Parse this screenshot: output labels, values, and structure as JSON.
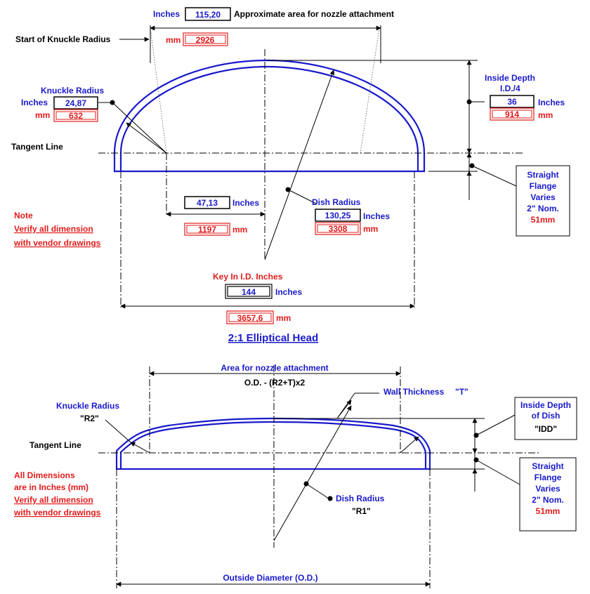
{
  "top": {
    "nozzle_unit_label": "Inches",
    "nozzle_inches": "115,20",
    "nozzle_caption": "Approximate area for nozzle attachment",
    "start_knuckle": "Start of Knuckle Radius",
    "nozzle_mm_label": "mm",
    "nozzle_mm": "2926",
    "knuckle_title": "Knuckle Radius",
    "knuckle_unit_in": "Inches",
    "knuckle_inches": "24,87",
    "knuckle_unit_mm": "mm",
    "knuckle_mm": "632",
    "depth_title": "Inside Depth",
    "depth_formula": "I.D./4",
    "depth_inches": "36",
    "depth_unit_in": "Inches",
    "depth_mm": "914",
    "depth_unit_mm": "mm",
    "tangent_line": "Tangent Line",
    "flange_lines": [
      "Straight",
      "Flange",
      "Varies",
      "2\" Nom."
    ],
    "flange_mm": "51mm",
    "half_inches": "47,13",
    "half_unit_in": "Inches",
    "half_mm": "1197",
    "half_unit_mm": "mm",
    "dish_title": "Dish Radius",
    "dish_inches": "130,25",
    "dish_unit_in": "Inches",
    "dish_mm": "3308",
    "dish_unit_mm": "mm",
    "note_title": "Note",
    "note_line1": "Verify all dimension",
    "note_line2": "with vendor drawings",
    "key_in_label": "Key In I.D. Inches",
    "id_inches": "144",
    "id_unit_in": "Inches",
    "id_mm": "3657,6",
    "id_unit_mm": "mm",
    "heading": "2:1 Elliptical Head"
  },
  "bottom": {
    "area_label": "Area for nozzle attachment",
    "area_formula": "O.D. - (R2+T)x2",
    "wall_label": "Wall Thickness",
    "wall_symbol": "\"T\"",
    "knuckle_title": "Knuckle Radius",
    "knuckle_symbol": "\"R2\"",
    "depth_title_1": "Inside Depth",
    "depth_title_2": "of Dish",
    "depth_symbol": "\"IDD\"",
    "tangent_line": "Tangent Line",
    "all_dims_1": "All Dimensions",
    "all_dims_2": "are in Inches (mm)",
    "verify_1": "Verify all dimension",
    "verify_2": "with vendor drawings",
    "dish_title": "Dish Radius",
    "dish_symbol": "\"R1\"",
    "flange_lines": [
      "Straight",
      "Flange",
      "Varies",
      "2\" Nom."
    ],
    "flange_mm": "51mm",
    "od_label": "Outside Diameter (O.D.)"
  },
  "colors": {
    "blue": "#1a1acc",
    "red": "#e21b1b",
    "black": "#000000"
  }
}
